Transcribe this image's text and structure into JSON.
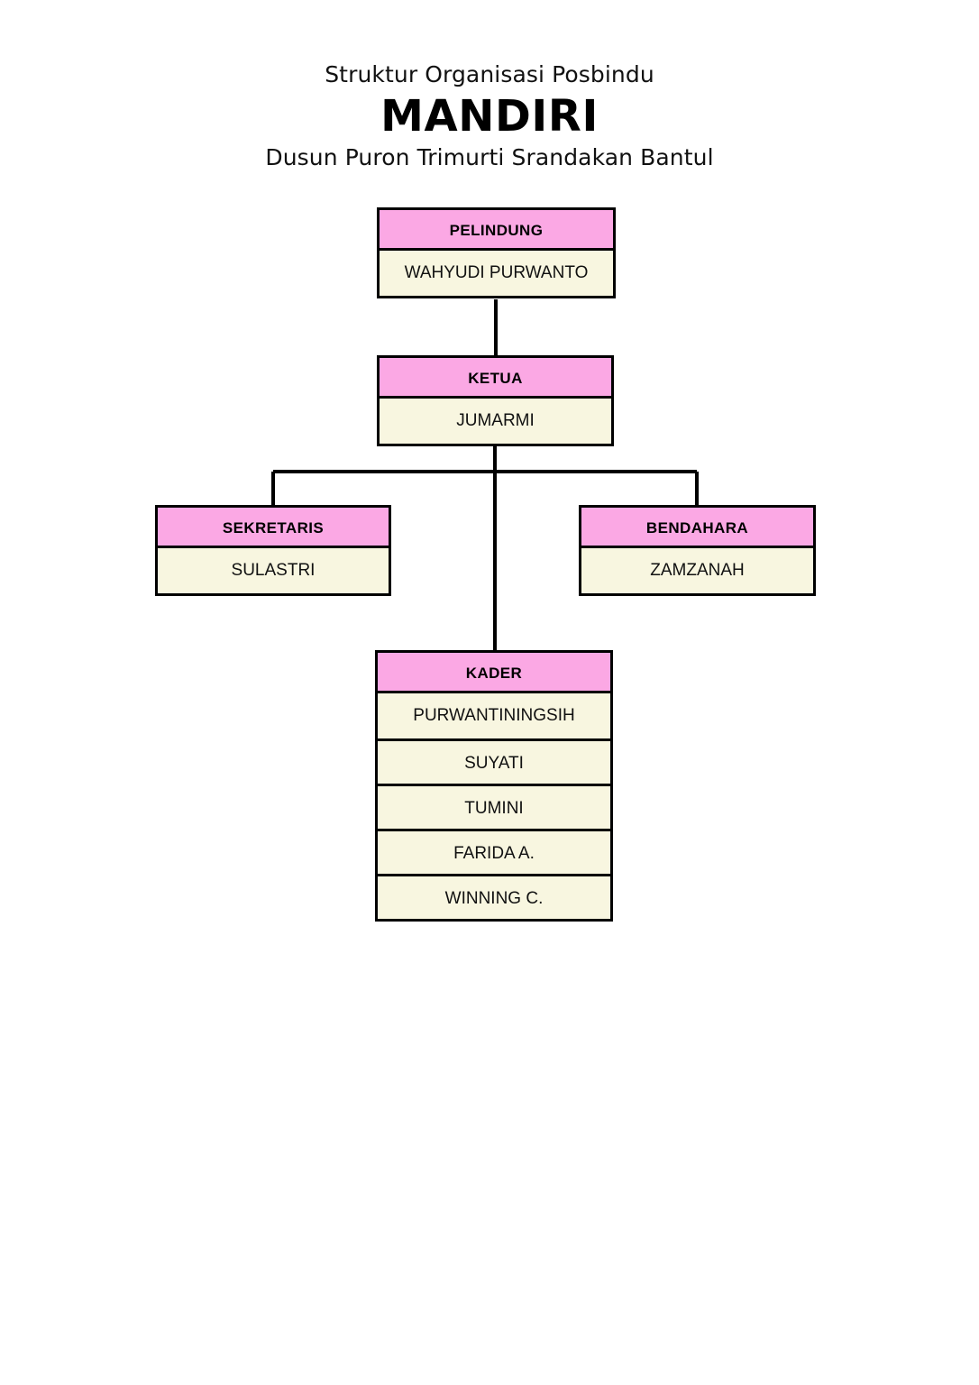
{
  "title": {
    "line1": "Struktur Organisasi Posbindu",
    "main": "MANDIRI",
    "line3": "Dusun Puron Trimurti Srandakan Bantul"
  },
  "colors": {
    "header_pink": "#FBA8E4",
    "body_cream": "#F8F6E0",
    "outline": "#000000",
    "page_background": "#FFFFFF"
  },
  "chart_data": {
    "type": "diagram",
    "diagram_kind": "organizational-chart",
    "title": "Struktur Organisasi Posbindu MANDIRI",
    "subtitle": "Dusun Puron Trimurti Srandakan Bantul",
    "nodes": [
      {
        "id": "pelindung",
        "role": "PELINDUNG",
        "members": [
          "WAHYUDI PURWANTO"
        ],
        "level": 0
      },
      {
        "id": "ketua",
        "role": "KETUA",
        "members": [
          "JUMARMI"
        ],
        "level": 1
      },
      {
        "id": "sekretaris",
        "role": "SEKRETARIS",
        "members": [
          "SULASTRI"
        ],
        "level": 2
      },
      {
        "id": "bendahara",
        "role": "BENDAHARA",
        "members": [
          "ZAMZANAH"
        ],
        "level": 2
      },
      {
        "id": "kader",
        "role": "KADER",
        "members": [
          "PURWANTININGSIH",
          "SUYATI",
          "TUMINI",
          "FARIDA A.",
          "WINNING C."
        ],
        "level": 3
      }
    ],
    "edges": [
      {
        "from": "pelindung",
        "to": "ketua"
      },
      {
        "from": "ketua",
        "to": "sekretaris"
      },
      {
        "from": "ketua",
        "to": "bendahara"
      },
      {
        "from": "ketua",
        "to": "kader"
      }
    ]
  }
}
